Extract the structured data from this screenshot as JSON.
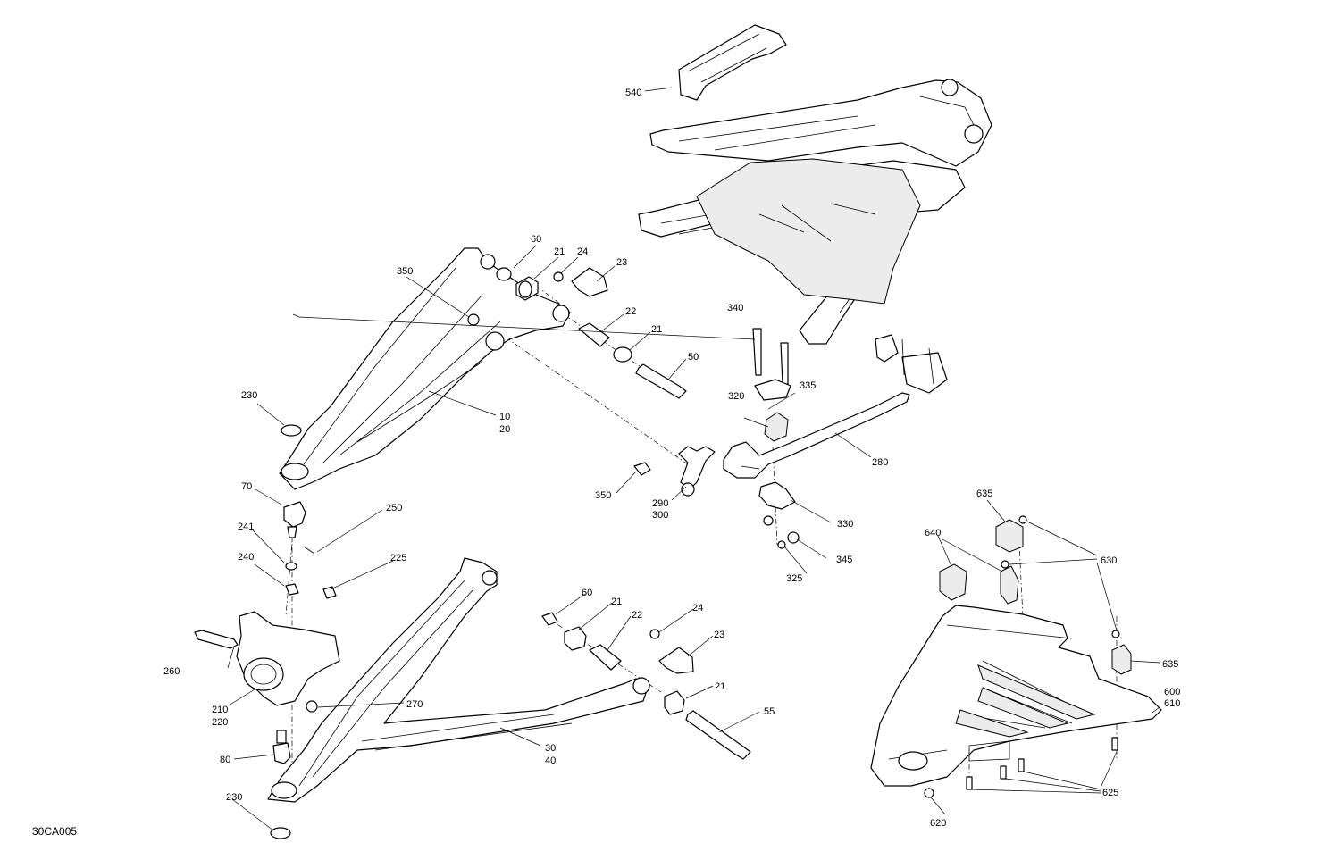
{
  "drawing_ref": "30CA005",
  "callouts": {
    "c540": "540",
    "c60a": "60",
    "c21a": "21",
    "c24a": "24",
    "c23a": "23",
    "c350a": "350",
    "c22a": "22",
    "c21b": "21",
    "c50": "50",
    "c230a": "230",
    "c10": "10",
    "c20": "20",
    "c340": "340",
    "c335": "335",
    "c320": "320",
    "c280": "280",
    "c70": "70",
    "c250": "250",
    "c350b": "350",
    "c290": "290",
    "c300": "300",
    "c330": "330",
    "c345": "345",
    "c325": "325",
    "c241": "241",
    "c240": "240",
    "c225": "225",
    "c635a": "635",
    "c640": "640",
    "c630": "630",
    "c60b": "60",
    "c21c": "21",
    "c22b": "22",
    "c24b": "24",
    "c23b": "23",
    "c21d": "21",
    "c55": "55",
    "c260": "260",
    "c210": "210",
    "c220": "220",
    "c270": "270",
    "c635b": "635",
    "c600": "600",
    "c610": "610",
    "c30": "30",
    "c40": "40",
    "c80": "80",
    "c230b": "230",
    "c625": "625",
    "c620": "620"
  }
}
